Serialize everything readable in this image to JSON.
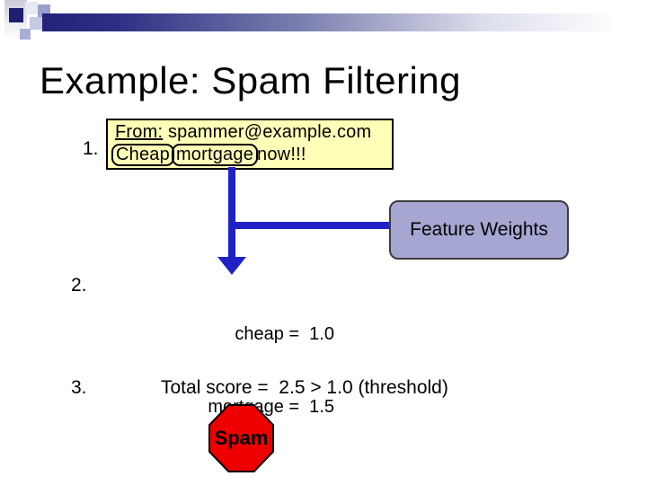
{
  "slide": {
    "title": "Example: Spam Filtering"
  },
  "email": {
    "item_number": "1.",
    "from_label": "From:",
    "from_value": " spammer@example.com",
    "highlighted_word_1": "Cheap",
    "highlighted_word_2": "mortgage",
    "line2_rest": "now!!!"
  },
  "feature_weights_box": {
    "label": "Feature Weights"
  },
  "weights": {
    "item_number": "2.",
    "line1": "cheap =  1.0",
    "line2": "mortgage =  1.5"
  },
  "total": {
    "item_number": "3.",
    "text": "Total score =  2.5 > 1.0 (threshold)"
  },
  "verdict": {
    "label": "Spam"
  },
  "colors": {
    "arrow_blue": "#2121c8",
    "email_box_fill": "#ffffb8",
    "feature_box_fill": "#a6a6d2",
    "stop_sign_red": "#ee0000",
    "header_bar_navy": "#23237a"
  }
}
